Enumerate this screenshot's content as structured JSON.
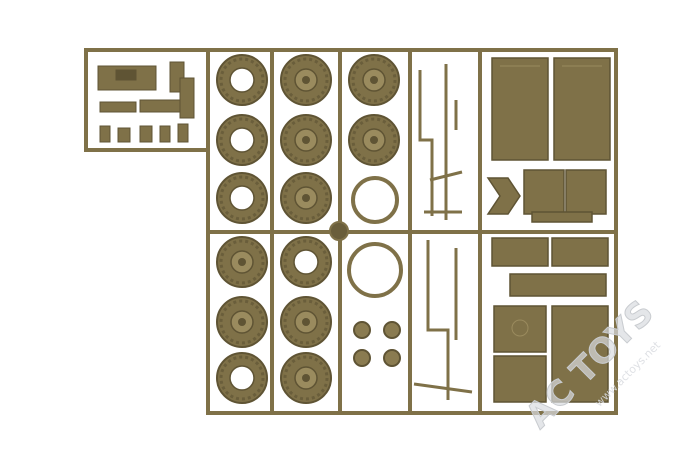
{
  "image": {
    "subject": "model-kit-sprue",
    "colors": {
      "background": "#ffffff",
      "plastic": "#7f7148",
      "plastic_dark": "#5f5434",
      "plastic_light": "#9a8b5e",
      "tire_shadow": "#6a5e3b",
      "watermark": "#d9dce0"
    },
    "watermark": {
      "brand": "AC TOYS",
      "url": "www.actoys.net"
    }
  }
}
